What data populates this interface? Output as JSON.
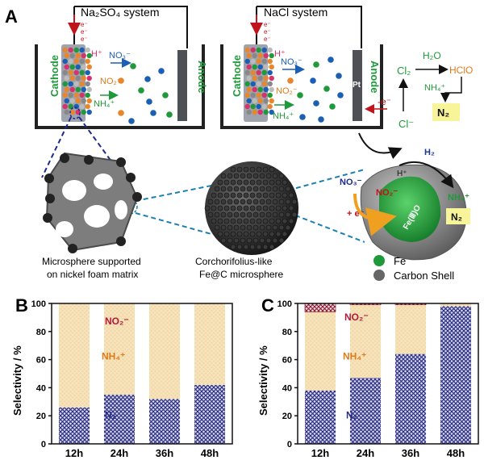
{
  "panels": {
    "a": {
      "letter": "A",
      "na2so4_system": "Na₂SO₄ system",
      "nacl_system": "NaCl system",
      "cathode": "Cathode",
      "anode": "Anode",
      "pt": "Pt",
      "electrons": [
        "e⁻",
        "e⁻",
        "e⁻"
      ],
      "h_plus": "H⁺",
      "no3": "NO₃⁻",
      "no2": "NO₂⁻",
      "nh4": "NH₄⁺",
      "minus_e": "-e⁻",
      "cl2": "Cl₂",
      "cl_minus": "Cl⁻",
      "h2o": "H₂O",
      "hclo": "HClO",
      "nh4_right": "NH₄⁺",
      "n2": "N₂"
    },
    "middle": {
      "foam_caption_1": "Microsphere supported",
      "foam_caption_2": "on nickel foam matrix",
      "sphere_caption_1": "Corchorifolius-like",
      "sphere_caption_2": "Fe@C microsphere",
      "h2": "H₂",
      "no3": "NO₃⁻",
      "h_plus": "H⁺",
      "no2": "NO₂⁻",
      "plus_e": "+ e⁻",
      "fe_core": "Fe(Ⅲ)O",
      "nh4": "NH₄⁺",
      "n2": "N₂",
      "legend_fe": "Fe",
      "legend_carbon": "Carbon Shell"
    }
  },
  "colors": {
    "n2": "#2c2f83",
    "nh4": "#f1d39d",
    "no2": "#e3bcc4",
    "no2_text": "#b3193b",
    "nh4_text": "#e07a1a",
    "fe_green": "#1f9a3a"
  },
  "chart_data": [
    {
      "type": "bar",
      "stacked": true,
      "panel_label": "B",
      "categories": [
        "12h",
        "24h",
        "36h",
        "48h"
      ],
      "ylabel": "Selectivity / %",
      "ylim": [
        0,
        100
      ],
      "yticks": [
        "0",
        "20",
        "40",
        "60",
        "80",
        "100"
      ],
      "series": [
        {
          "name": "N₂",
          "values": [
            26,
            35,
            32,
            42
          ]
        },
        {
          "name": "NH₄⁺",
          "values": [
            74,
            65,
            68,
            58
          ]
        },
        {
          "name": "NO₂⁻",
          "values": [
            0,
            0,
            0,
            0
          ]
        }
      ]
    },
    {
      "type": "bar",
      "stacked": true,
      "panel_label": "C",
      "categories": [
        "12h",
        "24h",
        "36h",
        "48h"
      ],
      "ylabel": "Selectivity / %",
      "ylim": [
        0,
        100
      ],
      "yticks": [
        "0",
        "20",
        "40",
        "60",
        "80",
        "100"
      ],
      "series": [
        {
          "name": "N₂",
          "values": [
            38,
            47,
            64,
            98
          ]
        },
        {
          "name": "NH₄⁺",
          "values": [
            56,
            52,
            35,
            2
          ]
        },
        {
          "name": "NO₂⁻",
          "values": [
            6,
            1,
            1,
            0
          ]
        }
      ]
    }
  ]
}
